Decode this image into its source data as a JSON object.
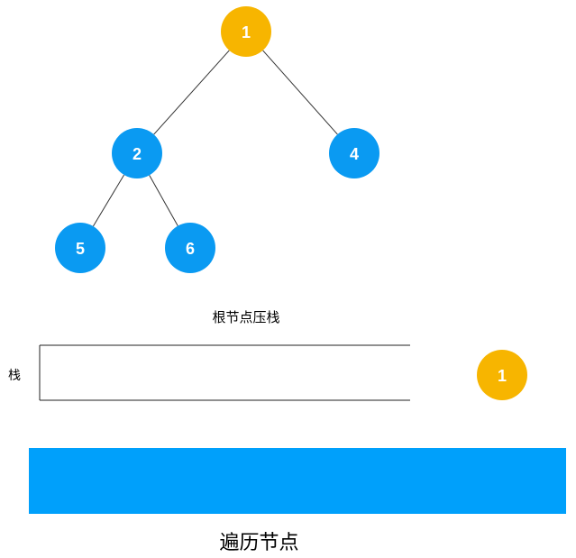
{
  "colors": {
    "root_node": "#F7B500",
    "child_node": "#0A9AF2",
    "edge": "#333333",
    "stack_outline": "#222222",
    "traversal_bar": "#00A0FB",
    "text": "#000000",
    "node_text": "#ffffff"
  },
  "tree": {
    "nodes": [
      {
        "id": "n1",
        "label": "1",
        "color_role": "root_node"
      },
      {
        "id": "n2",
        "label": "2",
        "color_role": "child_node"
      },
      {
        "id": "n4",
        "label": "4",
        "color_role": "child_node"
      },
      {
        "id": "n5",
        "label": "5",
        "color_role": "child_node"
      },
      {
        "id": "n6",
        "label": "6",
        "color_role": "child_node"
      }
    ],
    "edges": [
      {
        "from": "n1",
        "to": "n2"
      },
      {
        "from": "n1",
        "to": "n4"
      },
      {
        "from": "n2",
        "to": "n5"
      },
      {
        "from": "n2",
        "to": "n6"
      }
    ]
  },
  "step_caption": "根节点压栈",
  "stack": {
    "label": "栈",
    "items": []
  },
  "pushing_node": {
    "label": "1",
    "color_role": "root_node"
  },
  "traversal": {
    "label": "遍历节点",
    "visited": []
  }
}
